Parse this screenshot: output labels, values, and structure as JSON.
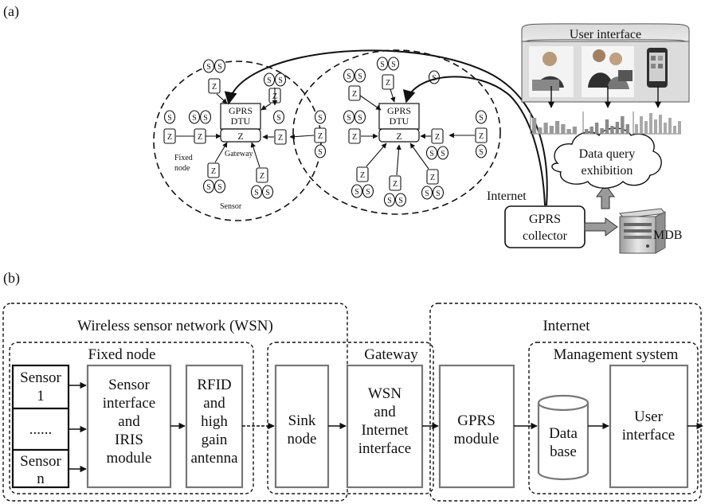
{
  "panel_a": {
    "label": "(a)",
    "node_s": "S",
    "node_z": "Z",
    "gprs_dtu_line1": "GPRS",
    "gprs_dtu_line2": "DTU",
    "fixed_node_line1": "Fixed",
    "fixed_node_line2": "node",
    "gateway": "Gateway",
    "sensor": "Sensor",
    "internet": "Internet",
    "user_interface": "User interface",
    "data_query_line1": "Data query",
    "data_query_line2": "exhibition",
    "gprs_collector_line1": "GPRS",
    "gprs_collector_line2": "collector",
    "mdb": "MDB"
  },
  "panel_b": {
    "label": "(b)",
    "wsn_title": "Wireless sensor network (WSN)",
    "internet_title": "Internet",
    "fixed_node_title": "Fixed node",
    "gateway_title": "Gateway",
    "management_title": "Management system",
    "sensor_1": [
      "Sensor",
      "1"
    ],
    "sensor_dots": "......",
    "sensor_n": [
      "Sensor",
      "n"
    ],
    "sensor_interface": [
      "Sensor",
      "interface",
      "and",
      "IRIS",
      "module"
    ],
    "rfid": [
      "RFID",
      "and",
      "high",
      "gain",
      "antenna"
    ],
    "sink_node": [
      "Sink",
      "node"
    ],
    "wsn_internet": [
      "WSN",
      "and",
      "Internet",
      "interface"
    ],
    "gprs_module": [
      "GPRS",
      "module"
    ],
    "database": [
      "Data",
      "base"
    ],
    "user_interface": [
      "User",
      "interface"
    ]
  }
}
